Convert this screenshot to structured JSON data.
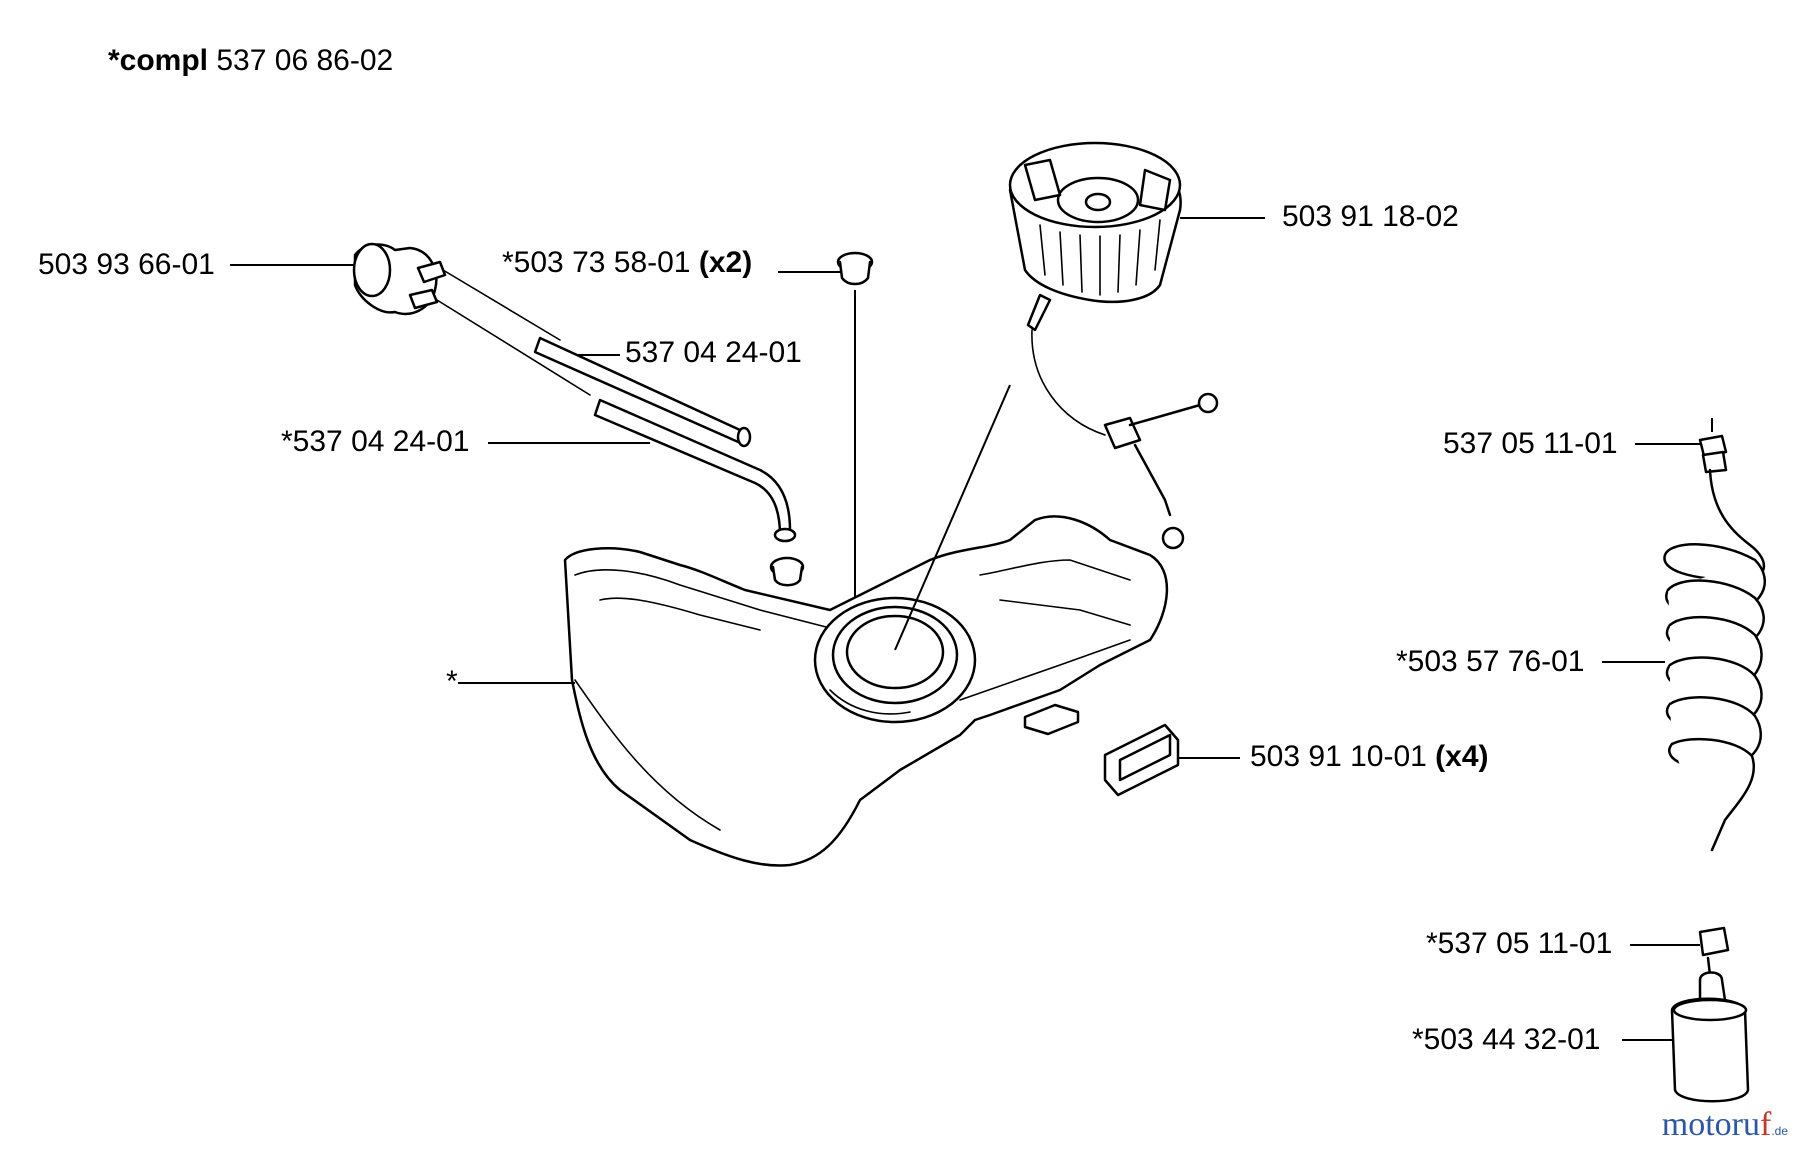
{
  "title": {
    "prefix": "*compl",
    "number": "537 06 86-02"
  },
  "labels": {
    "p1": {
      "text": "503 93 66-01",
      "suffix": ""
    },
    "p2": {
      "text": "*503 73 58-01",
      "suffix": "(x2)"
    },
    "p3": {
      "text": "537 04 24-01",
      "suffix": ""
    },
    "p4": {
      "text": "*537 04 24-01",
      "suffix": ""
    },
    "p5": {
      "text": "503 91 18-02",
      "suffix": ""
    },
    "p6": {
      "text": "*",
      "suffix": ""
    },
    "p7": {
      "text": "503 91 10-01",
      "suffix": "(x4)"
    },
    "p8": {
      "text": "537 05 11-01",
      "suffix": ""
    },
    "p9": {
      "text": "*503 57 76-01",
      "suffix": ""
    },
    "p10": {
      "text": "*537 05 11-01",
      "suffix": ""
    },
    "p11": {
      "text": "*503 44 32-01",
      "suffix": ""
    }
  },
  "watermark": {
    "brand": "motoru",
    "accent": "f",
    "tld": ".de"
  }
}
